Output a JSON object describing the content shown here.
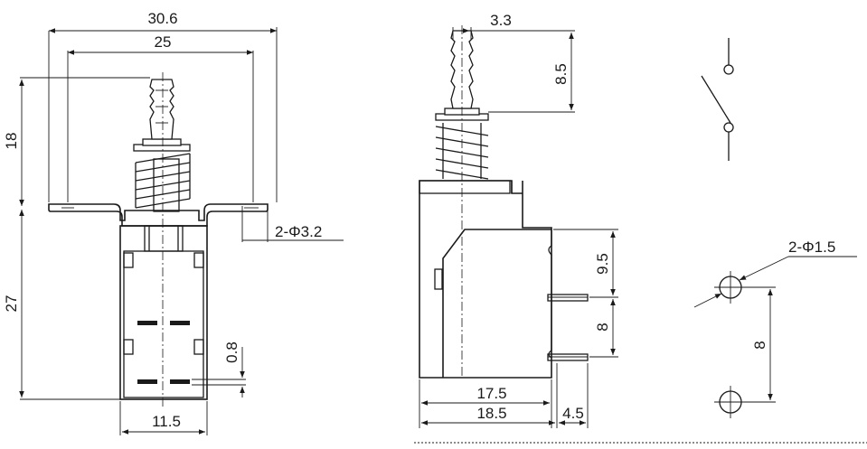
{
  "front_view": {
    "overall_width": "30.6",
    "bracket_width": "25",
    "plunger_height": "18",
    "body_height": "27",
    "body_width": "11.5",
    "contact_gap": "0.8",
    "mount_holes": "2-Φ3.2"
  },
  "side_view": {
    "plunger_width": "3.3",
    "plunger_travel": "8.5",
    "upper_pin_offset": "9.5",
    "pin_spacing": "8",
    "body_depth": "17.5",
    "overall_depth": "18.5",
    "pin_length": "4.5"
  },
  "hole_pattern": {
    "pin_holes": "2-Φ1.5",
    "hole_spacing": "8"
  }
}
